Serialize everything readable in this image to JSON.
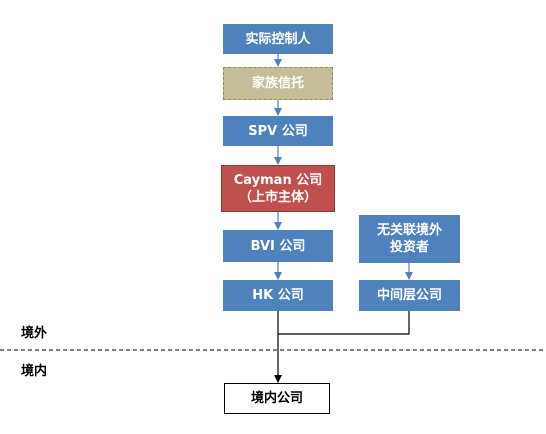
{
  "nodes": {
    "controller": "实际控制人",
    "family_trust": "家族信托",
    "spv": "SPV 公司",
    "cayman_line1": "Cayman 公司",
    "cayman_line2": "（上市主体）",
    "bvi": "BVI 公司",
    "hk": "HK 公司",
    "investor_line1": "无关联境外",
    "investor_line2": "投资者",
    "intermediate": "中间层公司",
    "domestic": "境内公司"
  },
  "regions": {
    "offshore": "境外",
    "onshore": "境内"
  },
  "colors": {
    "box_blue": "#4f81bd",
    "trust_fill": "#c4bd97",
    "cayman_red": "#c0504d",
    "arrow_blue": "#4f81bd"
  }
}
